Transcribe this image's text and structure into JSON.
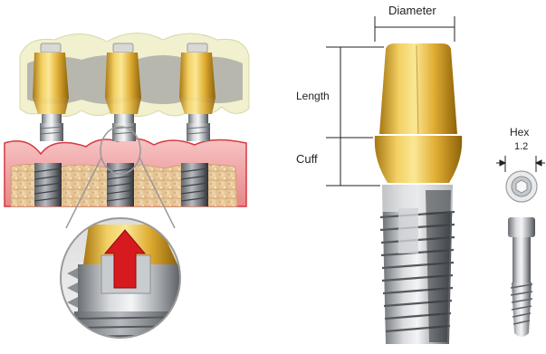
{
  "labels": {
    "diameter": "Diameter",
    "length": "Length",
    "cuff": "Cuff",
    "hex": "Hex",
    "hex_value": "1.2"
  },
  "colors": {
    "gold": "#e6b53a",
    "gold_light": "#f6dc7a",
    "gold_dark": "#b07e12",
    "titanium": "#b9bcc0",
    "titanium_dark": "#6e7378",
    "bone": "#e7c9a0",
    "gum": "#f2a9a9",
    "gum_dark": "#d5393f",
    "crown": "#eeeec8",
    "arrow_red": "#d71920"
  },
  "icons": {
    "zoom_arrow": "arrow-up-icon",
    "hex_top": "hex-socket-icon"
  }
}
